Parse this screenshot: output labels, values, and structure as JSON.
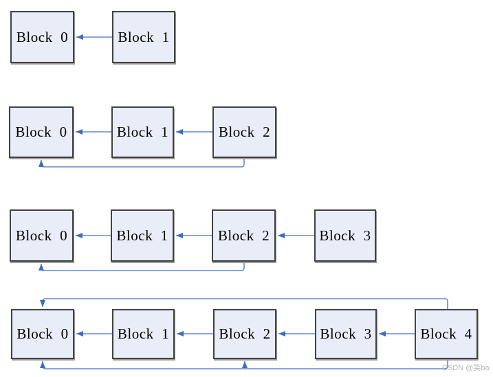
{
  "diagram": {
    "title_implicit": "linked blocks with skip pointers",
    "colors": {
      "block_fill": "#e8edf7",
      "block_border": "#424242",
      "arrow_line": "#6288cc",
      "arrow_head": "#3e6cc3",
      "background": "#ffffff",
      "watermark": "#b6b6b6"
    },
    "rows": [
      {
        "blocks": [
          "Block  0",
          "Block  1"
        ]
      },
      {
        "blocks": [
          "Block  0",
          "Block  1",
          "Block  2"
        ]
      },
      {
        "blocks": [
          "Block  0",
          "Block  1",
          "Block  2",
          "Block  3"
        ]
      },
      {
        "blocks": [
          "Block  0",
          "Block  1",
          "Block  2",
          "Block  3",
          "Block  4"
        ]
      }
    ],
    "connections": {
      "row1": [
        "Block 1 → Block 0"
      ],
      "row2": [
        "Block 1 → Block 0",
        "Block 2 → Block 1",
        "Block 2 → Block 0 (skip below)"
      ],
      "row3": [
        "Block 1 → Block 0",
        "Block 2 → Block 1",
        "Block 3 → Block 2",
        "Block 2 → Block 0 (skip below)"
      ],
      "row4": [
        "Block 1 → Block 0",
        "Block 2 → Block 1",
        "Block 3 → Block 2",
        "Block 4 → Block 3",
        "Block 4 → Block 0 (skip above)",
        "Block 4 → Block 2 (skip below)",
        "Block 4 → Block 0 (skip below)"
      ]
    }
  },
  "watermark": {
    "text": "CSDN @笑ba"
  }
}
